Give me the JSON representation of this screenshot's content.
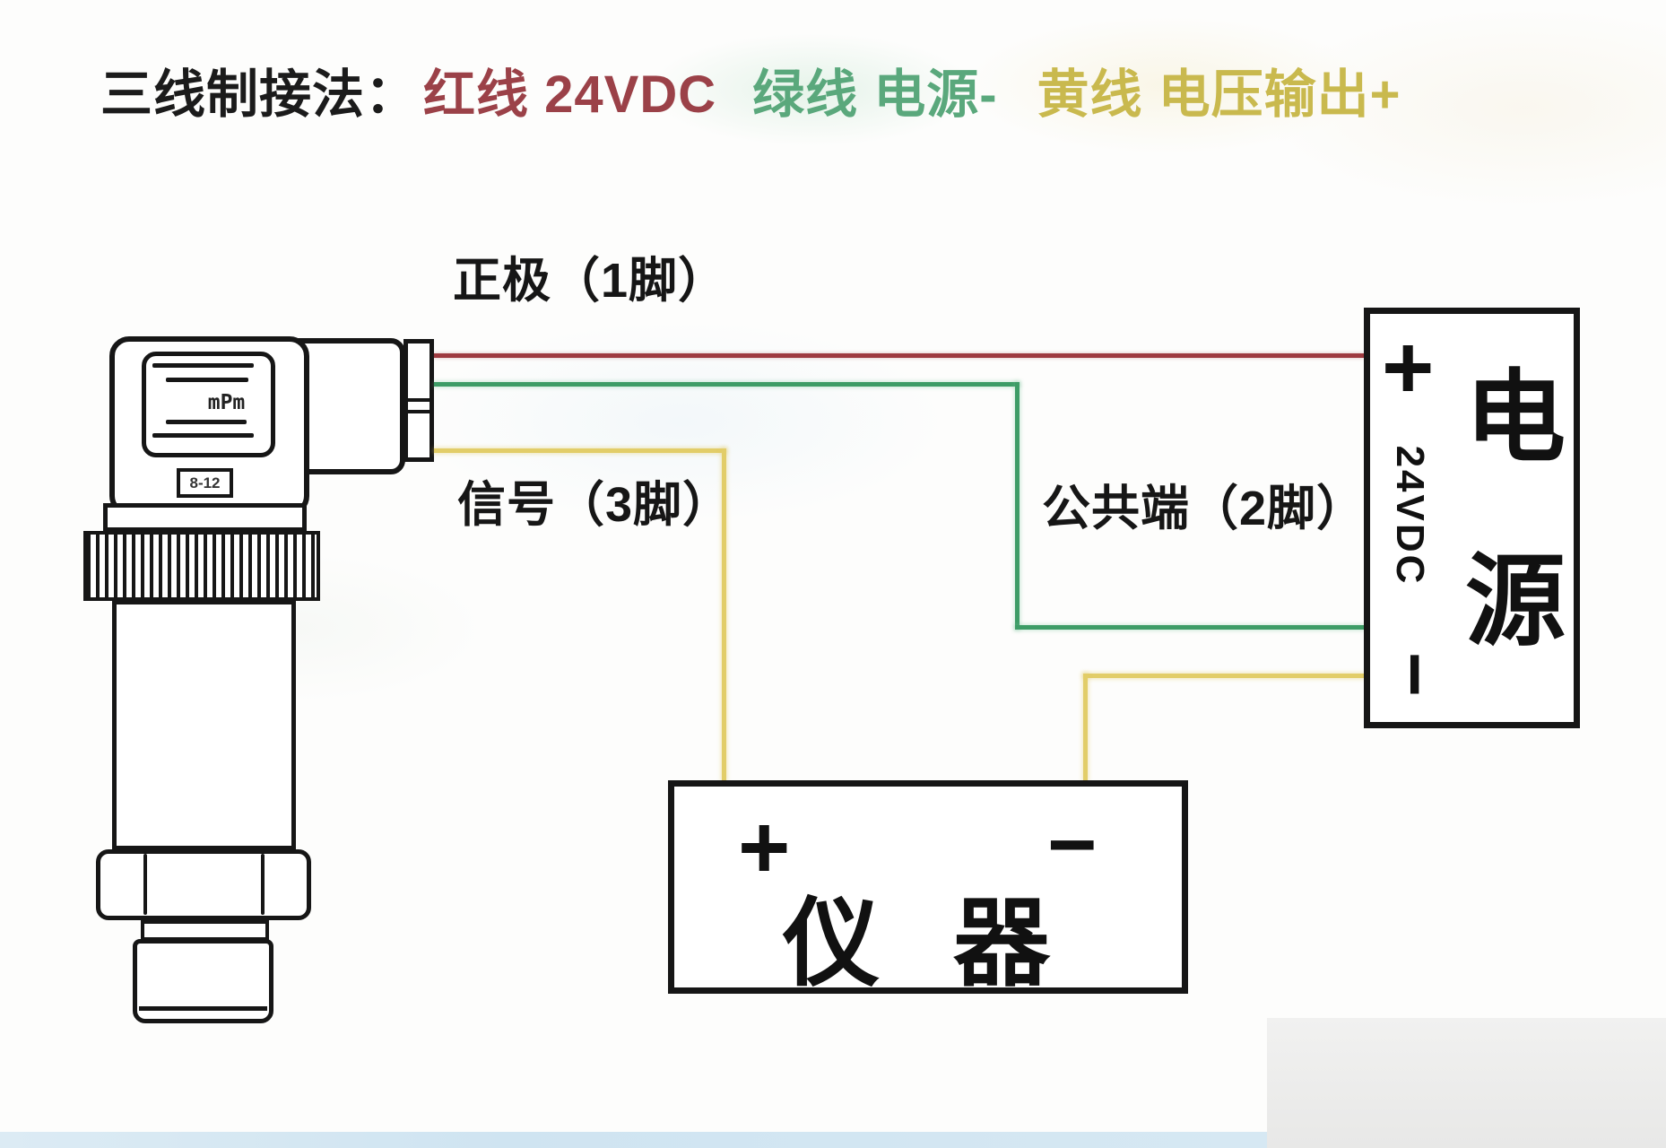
{
  "title": {
    "prefix": "三线制接法：",
    "legend_red": "红线 24VDC",
    "legend_green": "绿线 电源-",
    "legend_yellow": "黄线 电压输出+"
  },
  "wire_labels": {
    "positive": "正极（1脚）",
    "signal": "信号（3脚）",
    "common": "公共端（2脚）"
  },
  "device": {
    "display_text": "mPm",
    "tag_text": "8-12"
  },
  "power_box": {
    "plus": "+",
    "voltage": "24VDC",
    "minus": "−",
    "name_chars": [
      "电",
      "源"
    ]
  },
  "instrument_box": {
    "plus": "+",
    "minus": "−",
    "name": "仪 器"
  },
  "colors": {
    "title_red": "#9b4148",
    "title_green": "#5aa87c",
    "title_yellow": "#c9b94e",
    "wire_red": "#9e3a40",
    "wire_green": "#3d9c66",
    "wire_yellow": "#e2cd68"
  }
}
